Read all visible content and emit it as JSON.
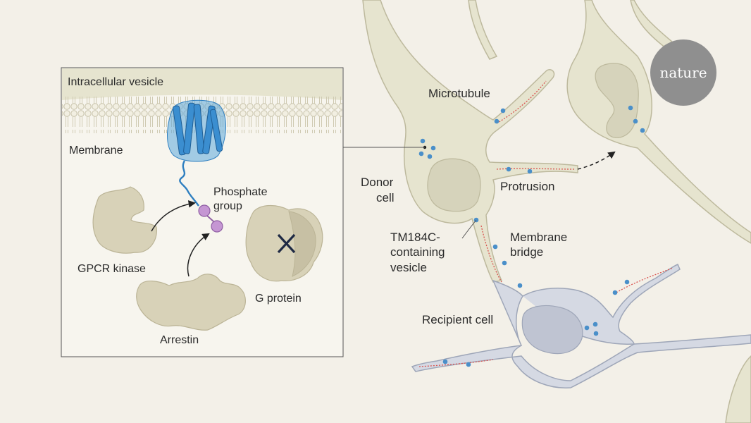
{
  "inset": {
    "title": "Intracellular vesicle",
    "labels": {
      "membrane": "Membrane",
      "phosphate_line1": "Phosphate",
      "phosphate_line2": "group",
      "gpcr_kinase": "GPCR kinase",
      "arrestin": "Arrestin",
      "g_protein": "G protein"
    }
  },
  "main": {
    "labels": {
      "microtubule": "Microtubule",
      "donor_line1": "Donor",
      "donor_line2": "cell",
      "protrusion": "Protrusion",
      "tm_line1": "TM184C-",
      "tm_line2": "containing",
      "tm_line3": "vesicle",
      "bridge_line1": "Membrane",
      "bridge_line2": "bridge",
      "recipient": "Recipient cell"
    }
  },
  "logo": {
    "text": "nature"
  },
  "colors": {
    "background": "#f3f0e8",
    "donor_cell": "#e6e4cf",
    "recipient_cell": "#d5d9e3",
    "vesicle": "#4a8fc9",
    "receptor": "#3b8ed0",
    "phosphate": "#c596d3",
    "protein": "#d8d2b8",
    "microtubule": "#d9534f",
    "logo": "#8f8f8f"
  }
}
